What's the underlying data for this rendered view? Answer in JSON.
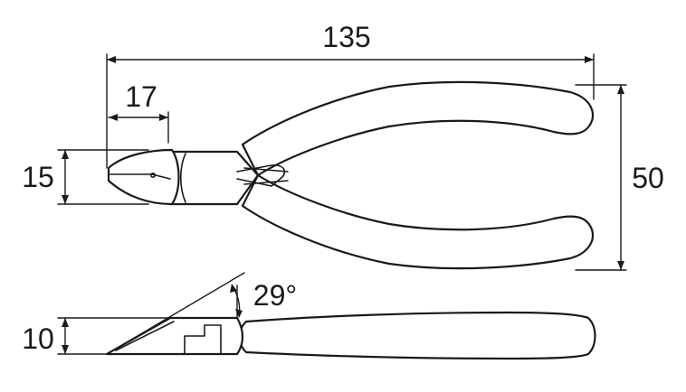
{
  "dimensions": {
    "overall_length": "135",
    "head_length": "17",
    "head_width": "15",
    "handle_span": "50",
    "thickness": "10",
    "jaw_angle": "29°"
  },
  "colors": {
    "line": "#1a1a1a",
    "background": "#ffffff"
  }
}
